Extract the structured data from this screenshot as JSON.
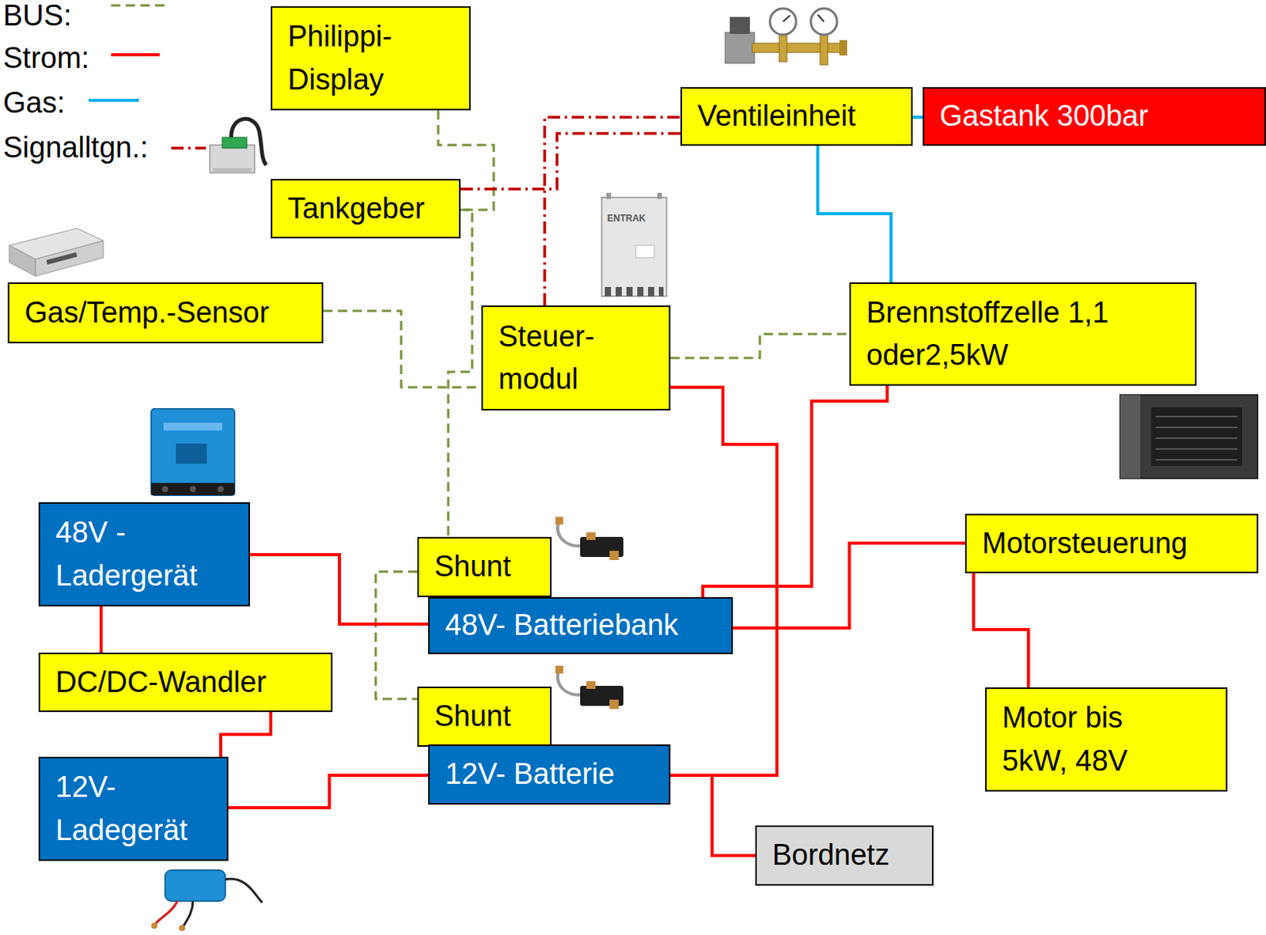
{
  "diagram": {
    "nodes": [
      {
        "text": [
          "Philippi- Display"
        ]
      },
      {
        "text": [
          "Ventileinheit"
        ]
      },
      {
        "text": [
          "Gastank 300bar"
        ]
      },
      {
        "text": [
          "Tankgeber"
        ]
      },
      {
        "text": [
          "Gas/Temp.-Sensor"
        ]
      },
      {
        "text": [
          "Steuer- modul"
        ]
      },
      {
        "text": [
          "Brennstoffzelle 1,1 oder2,5kW"
        ]
      },
      {
        "text": [
          "48V - Ladergerät"
        ]
      },
      {
        "text": [
          "Shunt"
        ]
      },
      {
        "text": [
          "48V- Batteriebank"
        ]
      },
      {
        "text": [
          "Motorsteuerung"
        ]
      },
      {
        "text": [
          "DC/DC-Wandler"
        ]
      },
      {
        "text": [
          "Shunt"
        ]
      },
      {
        "text": [
          "Motor bis 5kW, 48V"
        ]
      },
      {
        "text": [
          "12V- Ladegerät"
        ]
      },
      {
        "text": [
          "12V- Batterie"
        ]
      },
      {
        "text": [
          "Bordnetz"
        ]
      }
    ],
    "edges": [
      {
        "from": 0,
        "to": 3,
        "arrow": "none"
      },
      {
        "from": 3,
        "to": 8,
        "arrow": "none"
      },
      {
        "from": 4,
        "to": 5,
        "arrow": "none"
      },
      {
        "from": 5,
        "to": 6,
        "arrow": "none"
      },
      {
        "from": 8,
        "to": 12,
        "arrow": "none"
      },
      {
        "from": 5,
        "to": 1,
        "arrow": "none"
      },
      {
        "from": 3,
        "to": 1,
        "arrow": "none"
      },
      {
        "from": 1,
        "to": 2,
        "arrow": "none"
      },
      {
        "from": 1,
        "to": 6,
        "arrow": "none"
      },
      {
        "from": 7,
        "to": 9,
        "arrow": "none"
      },
      {
        "from": 7,
        "to": 11,
        "arrow": "none"
      },
      {
        "from": 11,
        "to": 14,
        "arrow": "none"
      },
      {
        "from": 14,
        "to": 15,
        "arrow": "none"
      },
      {
        "from": 15,
        "to": 16,
        "arrow": "none"
      },
      {
        "from": 5,
        "to": 15,
        "arrow": "none"
      },
      {
        "from": 6,
        "to": 9,
        "arrow": "none"
      },
      {
        "from": 9,
        "to": 10,
        "arrow": "none"
      },
      {
        "from": 10,
        "to": 13,
        "arrow": "none"
      }
    ],
    "labels": [
      "ENTRAK"
    ],
    "legend": [
      {
        "text": "BUS:"
      },
      {
        "text": "Strom:"
      },
      {
        "text": "Gas:"
      },
      {
        "text": "Signalltgn.:"
      }
    ]
  }
}
